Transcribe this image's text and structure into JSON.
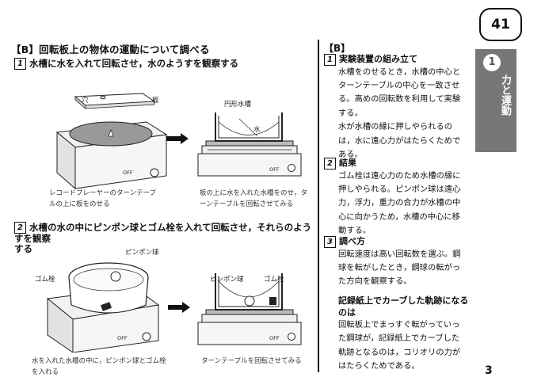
{
  "page_number_top": "41",
  "page_number_bottom": "3",
  "side_tab": {
    "number": "1",
    "label": "力と運動"
  },
  "left": {
    "heading": "【B】回転板上の物体の運動について調べる",
    "step1": {
      "num": "1",
      "text": "水槽に水を入れて回転させ，水のようすを観察する"
    },
    "fig1": {
      "label_hole": "穴",
      "label_plate": "板",
      "label_tank": "円形水槽",
      "label_water": "水",
      "off1": "OFF",
      "off2": "OFF",
      "cap_a": [
        "レコードプレーヤーのターンテーブ",
        "ルの上に板をのせる"
      ],
      "cap_b": [
        "板の上に水を入れた水槽をのせ，タ",
        "ーンテーブルを回転させてみる"
      ]
    },
    "step2": {
      "num": "2",
      "text": [
        "水槽の水の中にピンポン球とゴム栓を入れて回転させ，それらのようすを観察",
        "する"
      ]
    },
    "fig2": {
      "label_pingpong": "ピンポン球",
      "label_stopper": "ゴム栓",
      "label_pingpong2": "ピンポン球",
      "label_stopper2": "ゴム栓",
      "off1": "OFF",
      "off2": "OFF",
      "cap_a": [
        "水を入れた水槽の中に，ピンポン球とゴム栓",
        "を入れる"
      ],
      "cap_b": [
        "ターンテーブルを回転させてみる"
      ]
    }
  },
  "right": {
    "heading": "【B】",
    "sections": [
      {
        "num": "1",
        "title": "実験装置の組み立て",
        "lines": [
          "水槽をのせるとき，水槽の中心と",
          "ターンテーブルの中心を一致させ",
          "る。高めの回転数を利用して実験",
          "する。",
          "水が水槽の縁に押しやられるの",
          "は，水に遠心力がはたらくためで",
          "ある。"
        ]
      },
      {
        "num": "2",
        "title": "結果",
        "lines": [
          "ゴム栓は遠心力のため水槽の縁に",
          "押しやられる。ピンポン球は遠心",
          "力，浮力，重力の合力が水槽の中",
          "心に向かうため，水槽の中心に移",
          "動する。"
        ]
      },
      {
        "num": "3",
        "title": "調べ方",
        "lines": [
          "回転速度は高い回転数を選ぶ。鋼",
          "球を転がしたとき，鋼球の転がっ",
          "た方向を観察する。"
        ]
      },
      {
        "num": "",
        "title": "記録紙上でカーブした軌跡になる",
        "title2": "のは",
        "lines": [
          "回転板上でまっすぐ転がっていっ",
          "た鋼球が，記録紙上でカーブした",
          "軌跡となるのは，コリオリの力が",
          "はたらくためである。"
        ]
      }
    ]
  }
}
